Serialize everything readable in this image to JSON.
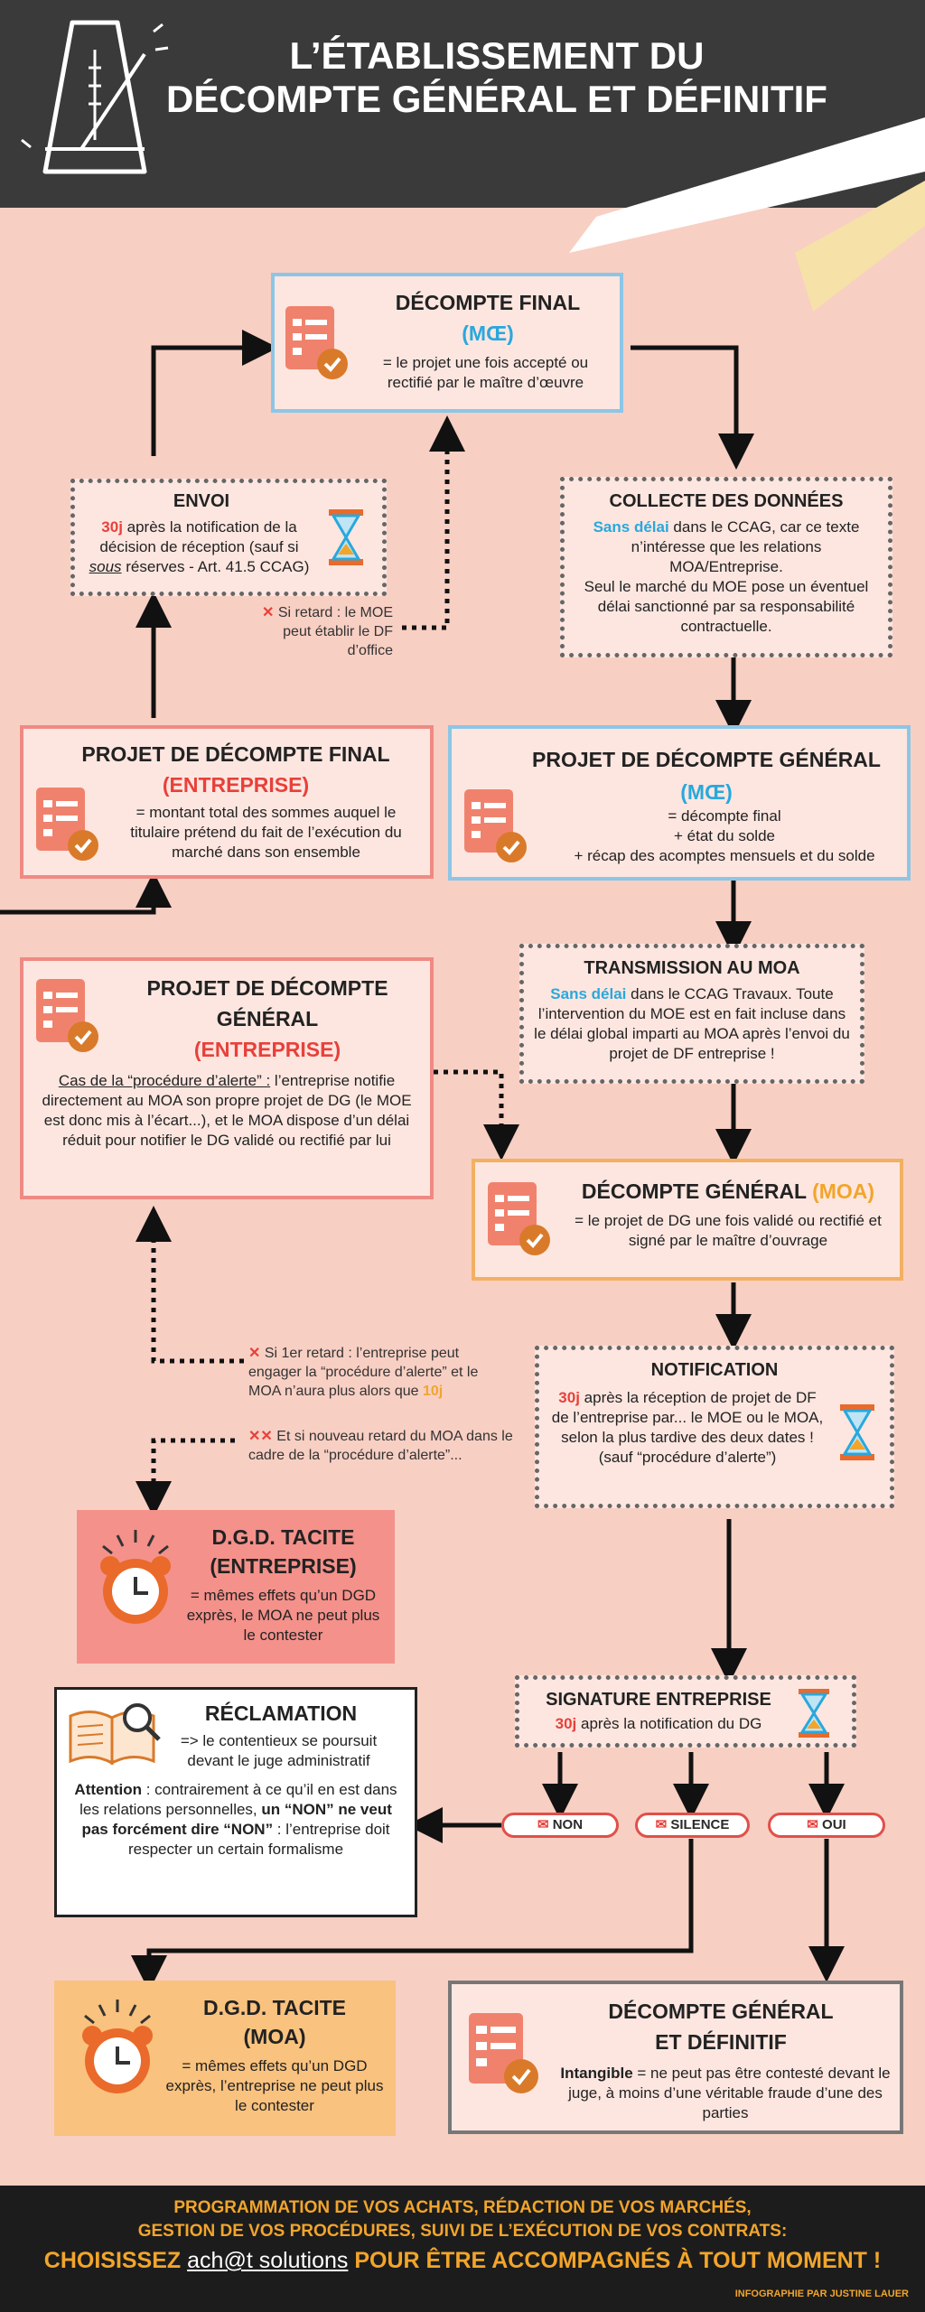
{
  "header": {
    "title_line1": "L’ÉTABLISSEMENT DU",
    "title_line2": "DÉCOMPTE GÉNÉRAL ET DÉFINITIF"
  },
  "decompte_final": {
    "title": "DÉCOMPTE FINAL",
    "sub": "(MŒ)",
    "text": "= le projet une fois accepté ou rectifié par le maître d’œuvre"
  },
  "envoi": {
    "title": "ENVOI",
    "delay": "30j",
    "text1": " après la notification de la décision de réception (sauf si ",
    "sous": "sous",
    "text2": " réserves - Art. 41.5 CCAG)"
  },
  "envoi_note": {
    "mark": "✕",
    "text": "Si retard : le MOE peut établir le DF d’office"
  },
  "collecte": {
    "title": "COLLECTE DES DONNÉES",
    "lead": "Sans délai",
    "text1": " dans le CCAG, car ce texte n’intéresse que les relations MOA/Entreprise.",
    "text2": "Seul le marché du MOE pose un éventuel délai sanctionné par sa responsabilité contractuelle."
  },
  "pdf_entreprise": {
    "title": "PROJET DE DÉCOMPTE FINAL",
    "sub": "(ENTREPRISE)",
    "text": "= montant total des sommes auquel le titulaire prétend du fait de l’exécution du marché dans son ensemble"
  },
  "pdg_moe": {
    "title": "PROJET DE DÉCOMPTE GÉNÉRAL",
    "sub": "(MŒ)",
    "l1": "= décompte final",
    "l2": "+ état du solde",
    "l3": "+ récap des acomptes mensuels et du solde"
  },
  "transmission": {
    "title": "TRANSMISSION AU MOA",
    "lead": "Sans délai",
    "text": " dans le CCAG Travaux. Toute l’intervention du MOE est en fait incluse dans le délai global imparti au MOA après l’envoi du projet de DF entreprise !"
  },
  "pdg_entreprise": {
    "title1": "PROJET DE DÉCOMPTE",
    "title2": "GÉNÉRAL",
    "sub": "(ENTREPRISE)",
    "u": "Cas de la “procédure d’alerte” :",
    "text": " l’entreprise notifie directement au MOA son propre projet de DG (le MOE est donc mis à l’écart...), et le MOA dispose d’un délai réduit pour notifier le DG validé ou rectifié par lui"
  },
  "dg_moa": {
    "title": "DÉCOMPTE GÉNÉRAL ",
    "sub": "(MOA)",
    "text": "= le projet de DG une fois validé ou rectifié et signé par le maître d’ouvrage"
  },
  "notification": {
    "title": "NOTIFICATION",
    "delay": "30j",
    "text": " après la réception de projet de DF de l’entreprise par... le MOE ou le MOA, selon la plus tardive des deux dates !",
    "text2": "(sauf “procédure d’alerte”)"
  },
  "retard1": {
    "mark": "✕",
    "text": "Si 1er retard : l’entreprise peut engager la “procédure d’alerte” et le MOA n’aura plus alors que ",
    "delay": "10j"
  },
  "retard2": {
    "mark": "✕✕",
    "text": "Et si nouveau retard du MOA dans le cadre de la “procédure d’alerte”..."
  },
  "dgd_tacite_ent": {
    "title1": "D.G.D. TACITE",
    "title2": "(ENTREPRISE)",
    "text": "= mêmes effets qu’un DGD exprès, le MOA ne peut plus le contester"
  },
  "reclamation": {
    "title": "RÉCLAMATION",
    "text": "=> le contentieux se poursuit devant le juge administratif",
    "att": "Attention",
    "t2": " : contrairement à ce qu’il en est dans les relations personnelles, ",
    "b2": "un “NON” ne veut pas forcément dire “NON”",
    "t3": " : l’entreprise doit respecter un certain formalisme"
  },
  "signature": {
    "title": "SIGNATURE ENTREPRISE",
    "delay": "30j",
    "text": " après la notification du DG"
  },
  "responses": {
    "non": "NON",
    "silence": "SILENCE",
    "oui": "OUI"
  },
  "dgd_tacite_moa": {
    "title1": "D.G.D. TACITE",
    "title2": "(MOA)",
    "text": "= mêmes effets qu’un DGD exprès, l’entreprise ne peut plus le contester"
  },
  "dgd_final": {
    "title1": "DÉCOMPTE GÉNÉRAL",
    "title2": "ET DÉFINITIF",
    "lead": "Intangible",
    "text": " = ne peut pas être contesté devant le juge, à moins d’une véritable fraude d’une des parties"
  },
  "footer": {
    "l1": "PROGRAMMATION DE VOS ACHATS, RÉDACTION DE VOS MARCHÉS,",
    "l2": "GESTION DE VOS PROCÉDURES, SUIVI DE L’EXÉCUTION DE VOS CONTRATS:",
    "l3a": "CHOISISSEZ ",
    "brand": "ach@t solutions",
    "l3b": " POUR ÊTRE ACCOMPAGNÉS À TOUT MOMENT !",
    "credit": "INFOGRAPHIE PAR JUSTINE LAUER"
  },
  "colors": {
    "bg": "#f8cfc3",
    "blue": "#29a8dc",
    "red": "#e8403a",
    "orange": "#f2a52b",
    "dark": "#3a3a3a"
  }
}
